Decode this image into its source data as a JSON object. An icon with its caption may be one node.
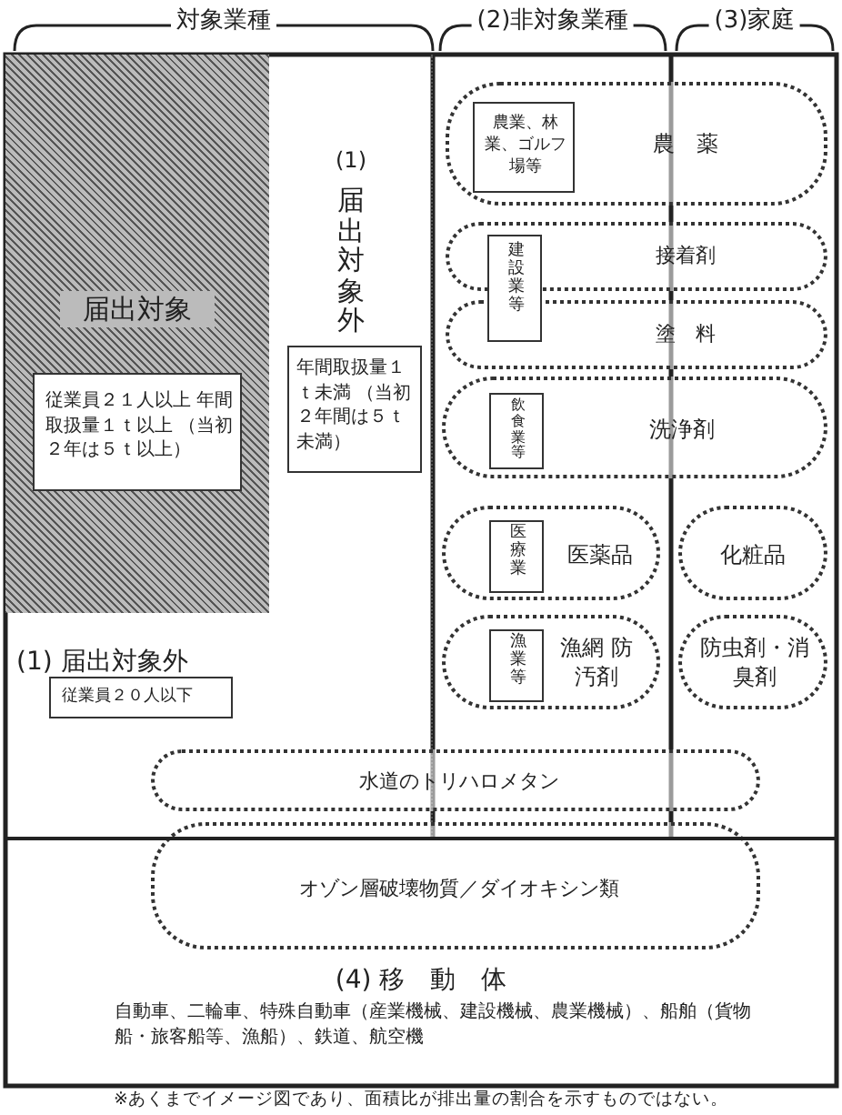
{
  "diagram": {
    "caption": "※あくまでイメージ図であり、面積比が排出量の割合を示すものではない。",
    "nodes": [
      {
        "text": [
          "届出対象"
        ]
      },
      {
        "text": [
          "従業員２１人以上 年間取扱量１ｔ以上 （当初２年は５ｔ以上）"
        ],
        "in": 0
      },
      {
        "text": [
          "(1)",
          "届出対象外"
        ]
      },
      {
        "text": [
          "年間取扱量１ｔ未満 （当初２年間は５ｔ未満）"
        ],
        "in": 2
      },
      {
        "text": [
          "(1) 届出対象外"
        ]
      },
      {
        "text": [
          "従業員２０人以下"
        ],
        "in": 4
      },
      {
        "text": [
          "農　薬"
        ]
      },
      {
        "text": [
          "農業、林業、ゴルフ場等"
        ],
        "in": 6
      },
      {
        "text": [
          "接着剤"
        ]
      },
      {
        "text": [
          "塗　料"
        ]
      },
      {
        "text": [
          "建設業等"
        ]
      },
      {
        "text": [
          "洗浄剤"
        ]
      },
      {
        "text": [
          "飲食業等"
        ],
        "in": 11
      },
      {
        "text": [
          "医薬品"
        ]
      },
      {
        "text": [
          "医療業"
        ],
        "in": 13
      },
      {
        "text": [
          "漁網 防汚剤"
        ]
      },
      {
        "text": [
          "漁業等"
        ],
        "in": 15
      },
      {
        "text": [
          "化粧品"
        ]
      },
      {
        "text": [
          "防虫剤・消臭剤"
        ]
      },
      {
        "text": [
          "水道のトリハロメタン"
        ]
      },
      {
        "text": [
          "オゾン層破壊物質／ダイオキシン類"
        ]
      },
      {
        "text": [
          "(4) 移　動　体",
          "自動車、二輪車、特殊自動車（産業機械、建設機械、農業機械）、船舶（貨物船・旅客船等、漁船）、鉄道、航空機"
        ]
      }
    ],
    "labels": [
      "対象業種",
      "(2)非対象業種",
      "(3)家庭"
    ]
  }
}
